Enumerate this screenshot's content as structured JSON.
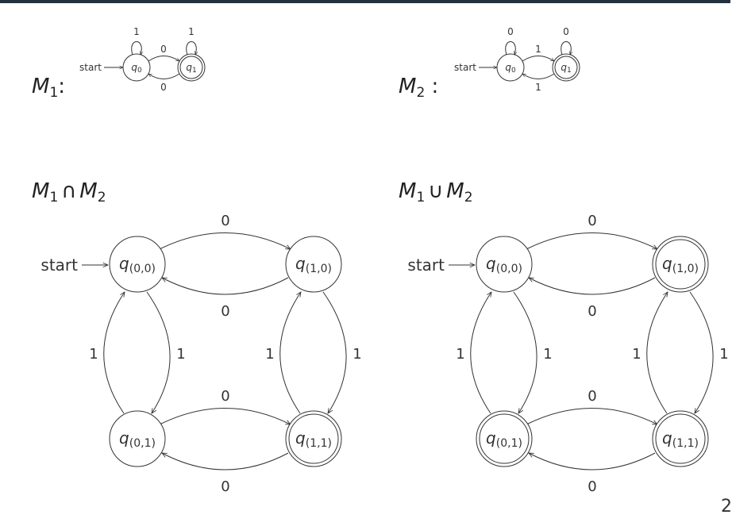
{
  "labels": {
    "m1": {
      "base": "M",
      "sub": "1",
      "suffix": ":"
    },
    "m2": {
      "base": "M",
      "sub": "2",
      "suffix": " :"
    },
    "inter": {
      "a": "M",
      "a_sub": "1",
      "op": "∩",
      "b": "M",
      "b_sub": "2"
    },
    "union": {
      "a": "M",
      "a_sub": "1",
      "op": "∪",
      "b": "M",
      "b_sub": "2"
    }
  },
  "small_m1": {
    "start_label": "start",
    "states": [
      {
        "id": "q0",
        "sym": "q",
        "sub": "0",
        "accepting": false
      },
      {
        "id": "q1",
        "sym": "q",
        "sub": "1",
        "accepting": true
      }
    ],
    "transitions": {
      "q0_self": "1",
      "q1_self": "1",
      "q0_to_q1": "0",
      "q1_to_q0": "0"
    }
  },
  "small_m2": {
    "start_label": "start",
    "states": [
      {
        "id": "q0",
        "sym": "q",
        "sub": "0",
        "accepting": false
      },
      {
        "id": "q1",
        "sym": "q",
        "sub": "1",
        "accepting": true
      }
    ],
    "transitions": {
      "q0_self": "0",
      "q1_self": "0",
      "q0_to_q1": "1",
      "q1_to_q0": "1"
    }
  },
  "intersection": {
    "start_label": "start",
    "states": {
      "s00": {
        "sym": "q",
        "sub": "(0,0)",
        "accepting": false
      },
      "s10": {
        "sym": "q",
        "sub": "(1,0)",
        "accepting": false
      },
      "s01": {
        "sym": "q",
        "sub": "(0,1)",
        "accepting": false
      },
      "s11": {
        "sym": "q",
        "sub": "(1,1)",
        "accepting": true
      }
    },
    "transitions": {
      "s00_s10": "0",
      "s10_s00": "0",
      "s01_s11": "0",
      "s11_s01": "0",
      "s00_s01": "1",
      "s01_s00": "1",
      "s10_s11": "1",
      "s11_s10": "1"
    }
  },
  "union": {
    "start_label": "start",
    "states": {
      "s00": {
        "sym": "q",
        "sub": "(0,0)",
        "accepting": false
      },
      "s10": {
        "sym": "q",
        "sub": "(1,0)",
        "accepting": true
      },
      "s01": {
        "sym": "q",
        "sub": "(0,1)",
        "accepting": true
      },
      "s11": {
        "sym": "q",
        "sub": "(1,1)",
        "accepting": true
      }
    },
    "transitions": {
      "s00_s10": "0",
      "s10_s00": "0",
      "s01_s11": "0",
      "s11_s01": "0",
      "s00_s01": "1",
      "s01_s00": "1",
      "s10_s11": "1",
      "s11_s10": "1"
    }
  },
  "page_number": "2"
}
